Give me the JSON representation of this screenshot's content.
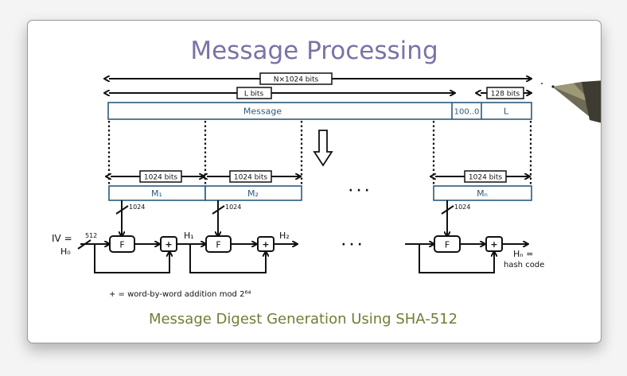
{
  "title": "Message Processing",
  "caption": "Message Digest Generation Using SHA-512",
  "top_dimensions": {
    "total_label": "N×1024 bits",
    "message_label": "L bits",
    "length_label": "128 bits"
  },
  "message_bar": {
    "message": "Message",
    "padding": "100..0",
    "length": "L"
  },
  "blocks": [
    {
      "label": "M₁",
      "size_label": "1024 bits",
      "input_width": "1024"
    },
    {
      "label": "M₂",
      "size_label": "1024 bits",
      "input_width": "1024"
    },
    {
      "label": "Mₙ",
      "size_label": "1024 bits",
      "input_width": "1024"
    }
  ],
  "ellipsis": "· · ·",
  "chain": {
    "iv_label": "IV =",
    "h0_label": "H₀",
    "iv_width": "512",
    "function_label": "F",
    "adder_label": "+",
    "h1_label": "H₁",
    "h2_label": "H₂",
    "hn_label": "Hₙ =",
    "hash_label": "hash code"
  },
  "legend": "+ = word-by-word addition mod 2⁶⁴",
  "colors": {
    "title": "#7a72a8",
    "caption": "#6e7f34",
    "bar_border": "#2d5a7a",
    "bar_text": "#2d5a7a"
  }
}
